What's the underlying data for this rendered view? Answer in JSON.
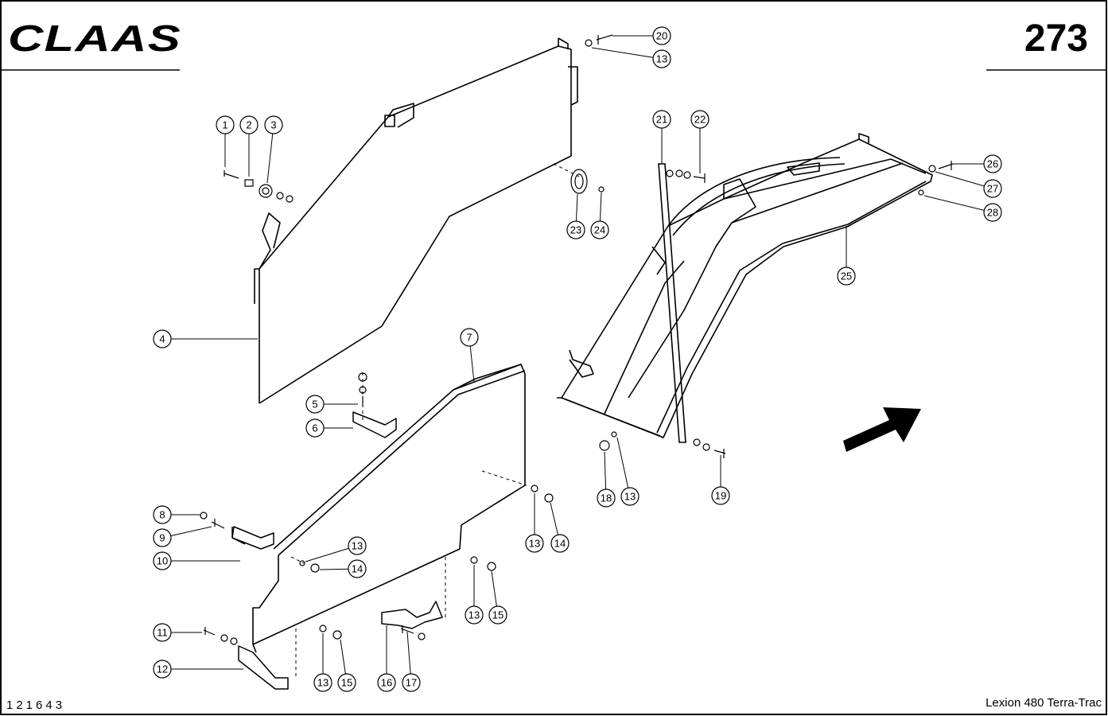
{
  "header": {
    "brand_logo": "CLAAS",
    "page_number": "273"
  },
  "footer": {
    "drawing_number": "121643",
    "model": "Lexion 480 Terra-Trac"
  },
  "callouts": [
    {
      "number": "1"
    },
    {
      "number": "2"
    },
    {
      "number": "3"
    },
    {
      "number": "4"
    },
    {
      "number": "5"
    },
    {
      "number": "6"
    },
    {
      "number": "7"
    },
    {
      "number": "8"
    },
    {
      "number": "9"
    },
    {
      "number": "10"
    },
    {
      "number": "11"
    },
    {
      "number": "12"
    },
    {
      "number": "13"
    },
    {
      "number": "13"
    },
    {
      "number": "13"
    },
    {
      "number": "13"
    },
    {
      "number": "13"
    },
    {
      "number": "13"
    },
    {
      "number": "14"
    },
    {
      "number": "14"
    },
    {
      "number": "15"
    },
    {
      "number": "15"
    },
    {
      "number": "16"
    },
    {
      "number": "17"
    },
    {
      "number": "18"
    },
    {
      "number": "19"
    },
    {
      "number": "20"
    },
    {
      "number": "21"
    },
    {
      "number": "22"
    },
    {
      "number": "23"
    },
    {
      "number": "24"
    },
    {
      "number": "25"
    },
    {
      "number": "26"
    },
    {
      "number": "27"
    },
    {
      "number": "28"
    }
  ],
  "icons": {
    "direction_arrow": "travel-direction-arrow-icon"
  },
  "colors": {
    "line": "#000000",
    "background": "#ffffff"
  }
}
